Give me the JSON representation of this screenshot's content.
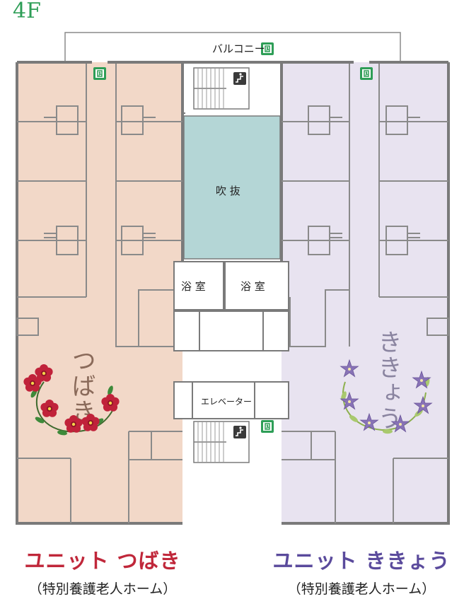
{
  "floor": {
    "label": "4F"
  },
  "balcony": {
    "label": "バルコニー"
  },
  "atrium": {
    "label": "吹 抜"
  },
  "baths": {
    "left": "浴 室",
    "right": "浴 室"
  },
  "elevator": {
    "label": "エレベーター"
  },
  "units": {
    "left": {
      "name": "ユニット つばき",
      "sub": "（特別養護老人ホーム）",
      "floor_text": "つばき"
    },
    "right": {
      "name": "ユニット ききょう",
      "sub": "（特別養護老人ホーム）",
      "floor_text": "ききょう"
    }
  },
  "colors": {
    "left_unit": "#f2d8c8",
    "right_unit": "#e5e0ee",
    "atrium": "#b4d6d6",
    "wall": "#7a7a7a",
    "left_text": "#c0273a",
    "right_text": "#5a4a9c",
    "exit": "#2e9e57"
  },
  "icons": {
    "exit": "exit-sign-icon",
    "stairs": "stairs-icon",
    "camellia": "camellia-flower-icon",
    "bellflower": "bellflower-icon"
  }
}
